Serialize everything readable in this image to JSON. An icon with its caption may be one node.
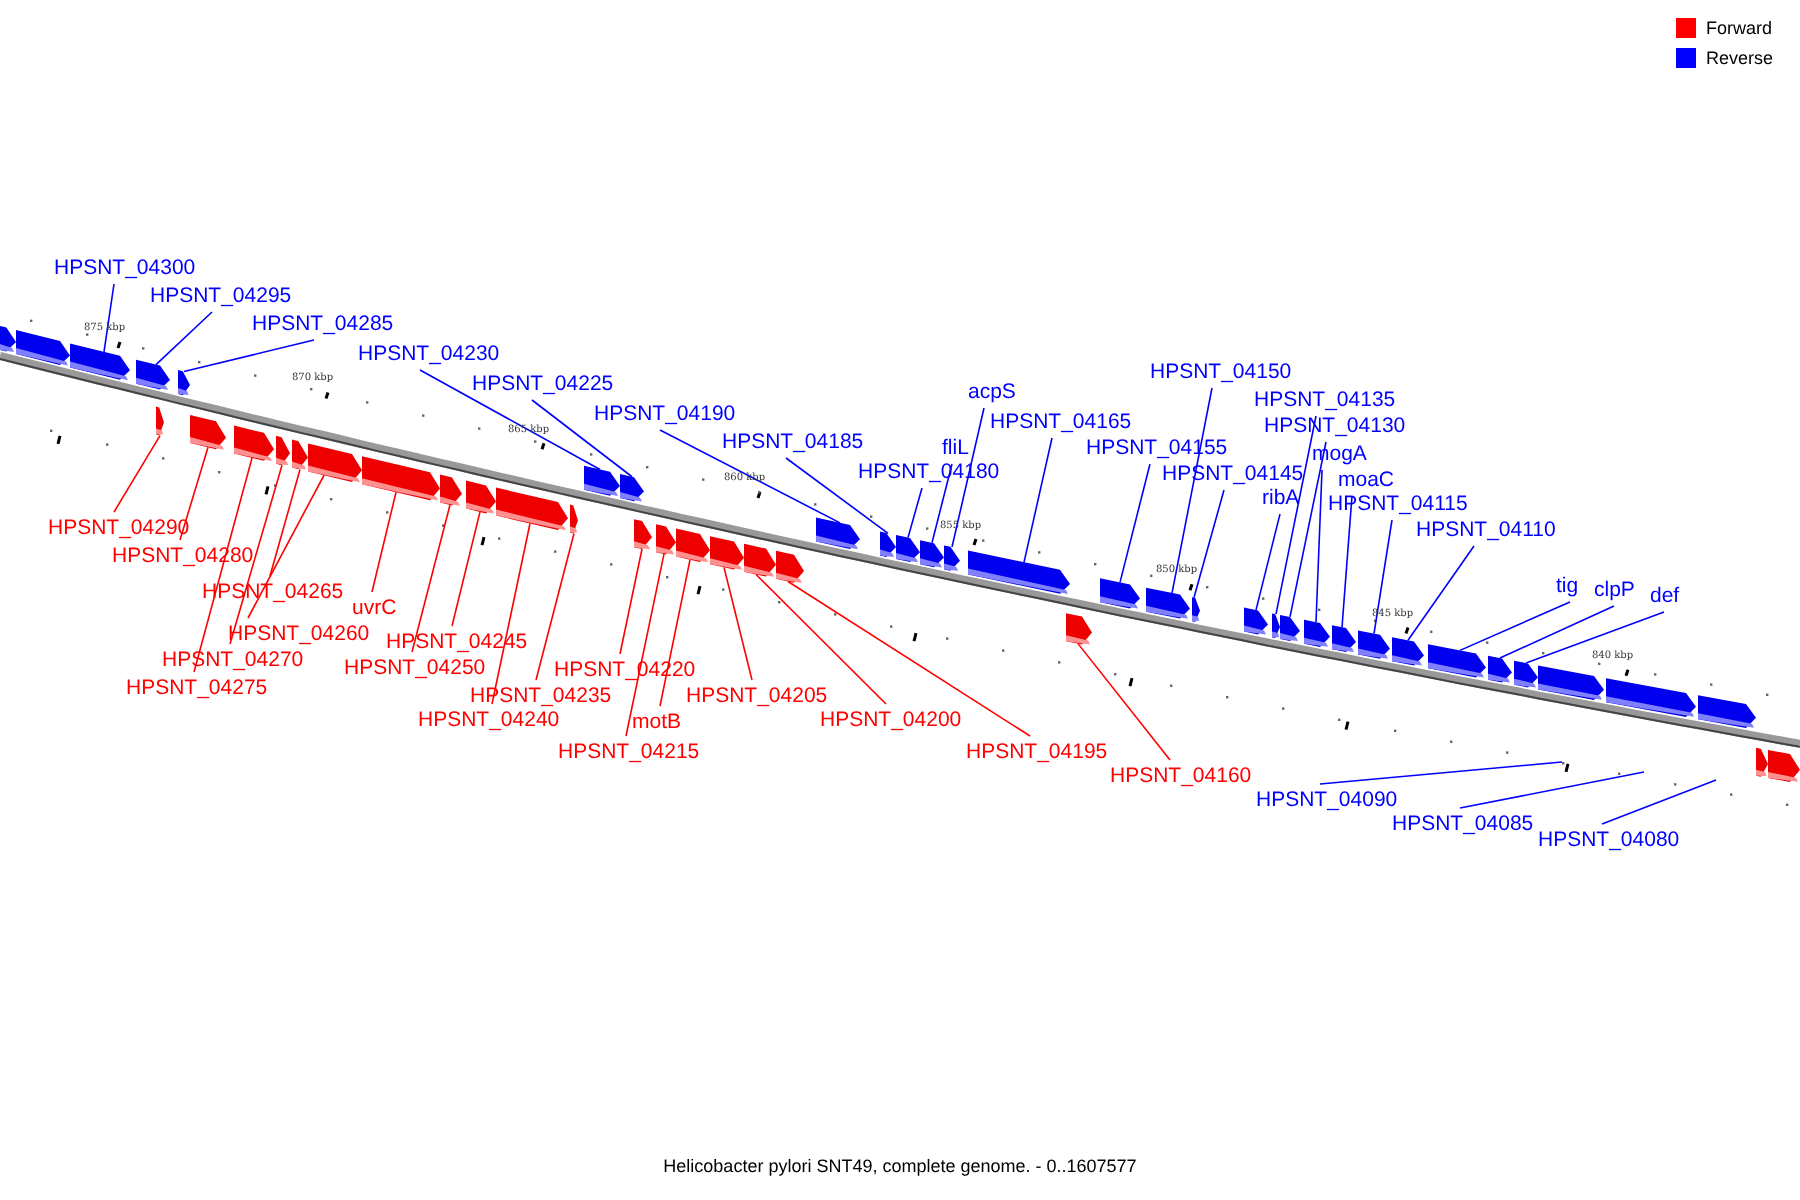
{
  "diagram": {
    "caption": "Helicobacter pylori SNT49, complete genome. - 0..1607577",
    "nodes": [
      {
        "text": [
          "HPSNT_04300"
        ]
      },
      {
        "text": [
          "HPSNT_04295"
        ]
      },
      {
        "text": [
          "HPSNT_04285"
        ]
      },
      {
        "text": [
          "HPSNT_04230"
        ]
      },
      {
        "text": [
          "HPSNT_04225"
        ]
      },
      {
        "text": [
          "HPSNT_04190"
        ]
      },
      {
        "text": [
          "HPSNT_04185"
        ]
      },
      {
        "text": [
          "HPSNT_04180"
        ]
      },
      {
        "text": [
          "fliL"
        ]
      },
      {
        "text": [
          "acpS"
        ]
      },
      {
        "text": [
          "HPSNT_04165"
        ]
      },
      {
        "text": [
          "HPSNT_04150"
        ]
      },
      {
        "text": [
          "HPSNT_04155"
        ]
      },
      {
        "text": [
          "HPSNT_04145"
        ]
      },
      {
        "text": [
          "HPSNT_04135"
        ]
      },
      {
        "text": [
          "HPSNT_04130"
        ]
      },
      {
        "text": [
          "mogA"
        ]
      },
      {
        "text": [
          "ribA"
        ]
      },
      {
        "text": [
          "moaC"
        ]
      },
      {
        "text": [
          "HPSNT_04115"
        ]
      },
      {
        "text": [
          "HPSNT_04110"
        ]
      },
      {
        "text": [
          "tig"
        ]
      },
      {
        "text": [
          "clpP"
        ]
      },
      {
        "text": [
          "def"
        ]
      },
      {
        "text": [
          "HPSNT_04290"
        ]
      },
      {
        "text": [
          "HPSNT_04280"
        ]
      },
      {
        "text": [
          "HPSNT_04265"
        ]
      },
      {
        "text": [
          "HPSNT_04260"
        ]
      },
      {
        "text": [
          "HPSNT_04270"
        ]
      },
      {
        "text": [
          "HPSNT_04275"
        ]
      },
      {
        "text": [
          "uvrC"
        ]
      },
      {
        "text": [
          "HPSNT_04250"
        ]
      },
      {
        "text": [
          "HPSNT_04245"
        ]
      },
      {
        "text": [
          "HPSNT_04235"
        ]
      },
      {
        "text": [
          "HPSNT_04240"
        ]
      },
      {
        "text": [
          "HPSNT_04220"
        ]
      },
      {
        "text": [
          "motB"
        ]
      },
      {
        "text": [
          "HPSNT_04215"
        ]
      },
      {
        "text": [
          "HPSNT_04205"
        ]
      },
      {
        "text": [
          "HPSNT_04200"
        ]
      },
      {
        "text": [
          "HPSNT_04195"
        ]
      },
      {
        "text": [
          "HPSNT_04160"
        ]
      },
      {
        "text": [
          "HPSNT_04090"
        ]
      },
      {
        "text": [
          "HPSNT_04085"
        ]
      },
      {
        "text": [
          "HPSNT_04080"
        ]
      },
      {
        "text": [],
        "shape": "arrow"
      },
      {
        "text": [],
        "shape": "arrow"
      },
      {
        "text": [],
        "shape": "arrow"
      },
      {
        "text": [],
        "shape": "arrow"
      },
      {
        "text": [],
        "shape": "arrow"
      },
      {
        "text": [],
        "shape": "arrow"
      },
      {
        "text": [],
        "shape": "arrow"
      },
      {
        "text": [],
        "shape": "arrow"
      },
      {
        "text": [],
        "shape": "arrow"
      },
      {
        "text": [],
        "shape": "arrow"
      },
      {
        "text": [],
        "shape": "arrow"
      },
      {
        "text": [],
        "shape": "arrow"
      },
      {
        "text": [],
        "shape": "arrow"
      },
      {
        "text": [],
        "shape": "arrow"
      },
      {
        "text": [],
        "shape": "arrow"
      },
      {
        "text": [],
        "shape": "arrow"
      },
      {
        "text": [],
        "shape": "arrow"
      },
      {
        "text": [],
        "shape": "arrow"
      },
      {
        "text": [],
        "shape": "arrow"
      },
      {
        "text": [],
        "shape": "arrow"
      },
      {
        "text": [],
        "shape": "arrow"
      },
      {
        "text": [],
        "shape": "arrow"
      },
      {
        "text": [],
        "shape": "arrow"
      },
      {
        "text": [],
        "shape": "arrow"
      },
      {
        "text": [],
        "shape": "arrow"
      },
      {
        "text": [],
        "shape": "arrow"
      },
      {
        "text": [],
        "shape": "arrow"
      },
      {
        "text": [],
        "shape": "arrow"
      },
      {
        "text": [],
        "shape": "arrow"
      },
      {
        "text": [],
        "shape": "arrow"
      },
      {
        "text": [],
        "shape": "arrow"
      },
      {
        "text": [],
        "shape": "arrow"
      },
      {
        "text": [],
        "shape": "arrow"
      },
      {
        "text": [],
        "shape": "arrow"
      },
      {
        "text": [],
        "shape": "arrow"
      },
      {
        "text": [],
        "shape": "arrow"
      },
      {
        "text": [],
        "shape": "arrow"
      },
      {
        "text": [],
        "shape": "arrow"
      },
      {
        "text": [],
        "shape": "arrow"
      },
      {
        "text": [],
        "shape": "arrow"
      },
      {
        "text": [],
        "shape": "arrow"
      },
      {
        "text": [],
        "shape": "arrow"
      },
      {
        "text": [],
        "shape": "arrow"
      },
      {
        "text": [],
        "shape": "arrow"
      },
      {
        "text": [],
        "shape": "arrow"
      },
      {
        "text": [],
        "shape": "arrow"
      },
      {
        "text": [],
        "shape": "arrow"
      },
      {
        "text": [],
        "shape": "arrow"
      },
      {
        "text": [],
        "shape": "arrow"
      }
    ],
    "edges": [
      {
        "from": 0,
        "to": 47,
        "arrow": "none"
      },
      {
        "from": 1,
        "to": 48,
        "arrow": "none"
      },
      {
        "from": 2,
        "to": 49,
        "arrow": "none"
      },
      {
        "from": 3,
        "to": 50,
        "arrow": "none"
      },
      {
        "from": 4,
        "to": 51,
        "arrow": "none"
      },
      {
        "from": 5,
        "to": 52,
        "arrow": "none"
      },
      {
        "from": 6,
        "to": 53,
        "arrow": "none"
      },
      {
        "from": 7,
        "to": 54,
        "arrow": "none"
      },
      {
        "from": 8,
        "to": 55,
        "arrow": "none"
      },
      {
        "from": 9,
        "to": 56,
        "arrow": "none"
      },
      {
        "from": 10,
        "to": 57,
        "arrow": "none"
      },
      {
        "from": 11,
        "to": 59,
        "arrow": "none"
      },
      {
        "from": 12,
        "to": 58,
        "arrow": "none"
      },
      {
        "from": 13,
        "to": 60,
        "arrow": "none"
      },
      {
        "from": 14,
        "to": 62,
        "arrow": "none"
      },
      {
        "from": 15,
        "to": 63,
        "arrow": "none"
      },
      {
        "from": 16,
        "to": 64,
        "arrow": "none"
      },
      {
        "from": 17,
        "to": 61,
        "arrow": "none"
      },
      {
        "from": 18,
        "to": 65,
        "arrow": "none"
      },
      {
        "from": 19,
        "to": 66,
        "arrow": "none"
      },
      {
        "from": 20,
        "to": 67,
        "arrow": "none"
      },
      {
        "from": 21,
        "to": 68,
        "arrow": "none"
      },
      {
        "from": 22,
        "to": 69,
        "arrow": "none"
      },
      {
        "from": 23,
        "to": 70,
        "arrow": "none"
      },
      {
        "from": 24,
        "to": 74,
        "arrow": "none",
        "color": "#ff0000"
      },
      {
        "from": 25,
        "to": 75,
        "arrow": "none",
        "color": "#ff0000"
      },
      {
        "from": 26,
        "to": 78,
        "arrow": "none",
        "color": "#ff0000"
      },
      {
        "from": 27,
        "to": 79,
        "arrow": "none",
        "color": "#ff0000"
      },
      {
        "from": 28,
        "to": 77,
        "arrow": "none",
        "color": "#ff0000"
      },
      {
        "from": 29,
        "to": 76,
        "arrow": "none",
        "color": "#ff0000"
      },
      {
        "from": 30,
        "to": 80,
        "arrow": "none",
        "color": "#ff0000"
      },
      {
        "from": 31,
        "to": 81,
        "arrow": "none",
        "color": "#ff0000"
      },
      {
        "from": 32,
        "to": 82,
        "arrow": "none",
        "color": "#ff0000"
      },
      {
        "from": 33,
        "to": 84,
        "arrow": "none",
        "color": "#ff0000"
      },
      {
        "from": 34,
        "to": 83,
        "arrow": "none",
        "color": "#ff0000"
      },
      {
        "from": 35,
        "to": 85,
        "arrow": "none",
        "color": "#ff0000"
      },
      {
        "from": 36,
        "to": 87,
        "arrow": "none",
        "color": "#ff0000"
      },
      {
        "from": 37,
        "to": 86,
        "arrow": "none",
        "color": "#ff0000"
      },
      {
        "from": 38,
        "to": 88,
        "arrow": "none",
        "color": "#ff0000"
      },
      {
        "from": 39,
        "to": 89,
        "arrow": "none",
        "color": "#ff0000"
      },
      {
        "from": 40,
        "to": 90,
        "arrow": "none",
        "color": "#ff0000"
      },
      {
        "from": 41,
        "to": 91,
        "arrow": "none",
        "color": "#ff0000"
      },
      {
        "from": 42,
        "to": null,
        "arrow": "none"
      },
      {
        "from": 43,
        "to": null,
        "arrow": "none"
      },
      {
        "from": 44,
        "to": null,
        "arrow": "none"
      }
    ],
    "labels": [
      "875 kbp",
      "870 kbp",
      "865 kbp",
      "860 kbp",
      "855 kbp",
      "850 kbp",
      "845 kbp",
      "840 kbp"
    ],
    "legend": [
      {
        "text": "Forward",
        "color": "#ff0000"
      },
      {
        "text": "Reverse",
        "color": "#0000ff"
      }
    ]
  }
}
